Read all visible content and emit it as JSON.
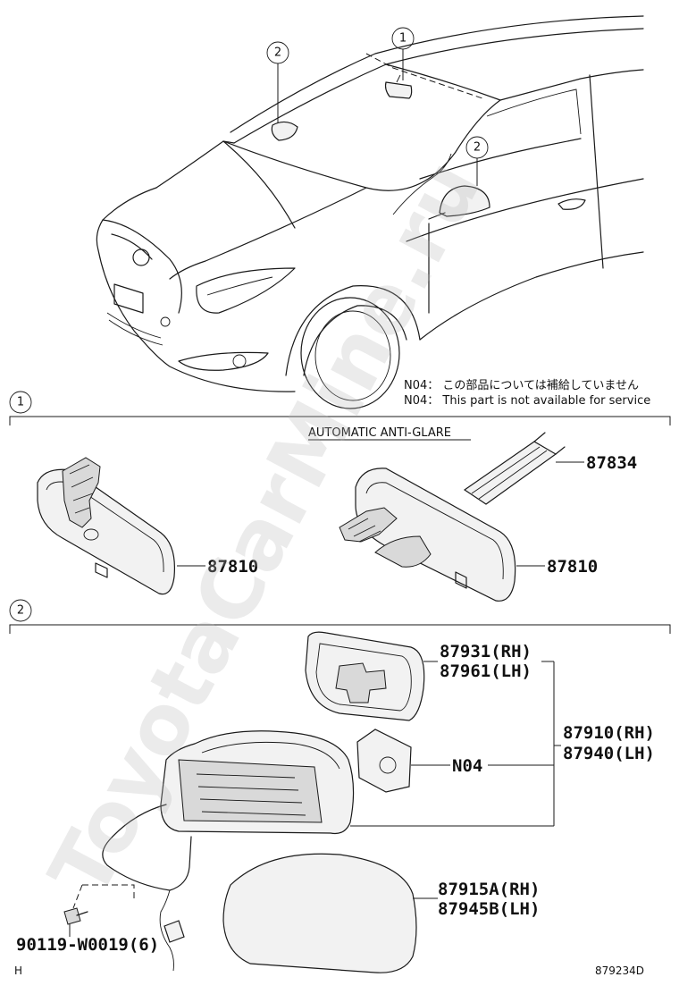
{
  "callouts": {
    "one": "1",
    "two": "2"
  },
  "notes": {
    "n04_jp": "N04： この部品については補給していません",
    "n04_en": "N04： This part is not available for service"
  },
  "section1": {
    "label": "AUTOMATIC ANTI-GLARE"
  },
  "parts": {
    "p87834": "87834",
    "p87810a": "87810",
    "p87810b": "87810",
    "p87931": "87931(RH)",
    "p87961": "87961(LH)",
    "p87910": "87910(RH)",
    "p87940": "87940(LH)",
    "n04": "N04",
    "p87915": "87915A(RH)",
    "p87945": "87945B(LH)",
    "bolt": "90119-W0019(6)"
  },
  "footer": {
    "left": "H",
    "right": "879234D"
  },
  "watermark": "ToyotaCarMine.ru"
}
